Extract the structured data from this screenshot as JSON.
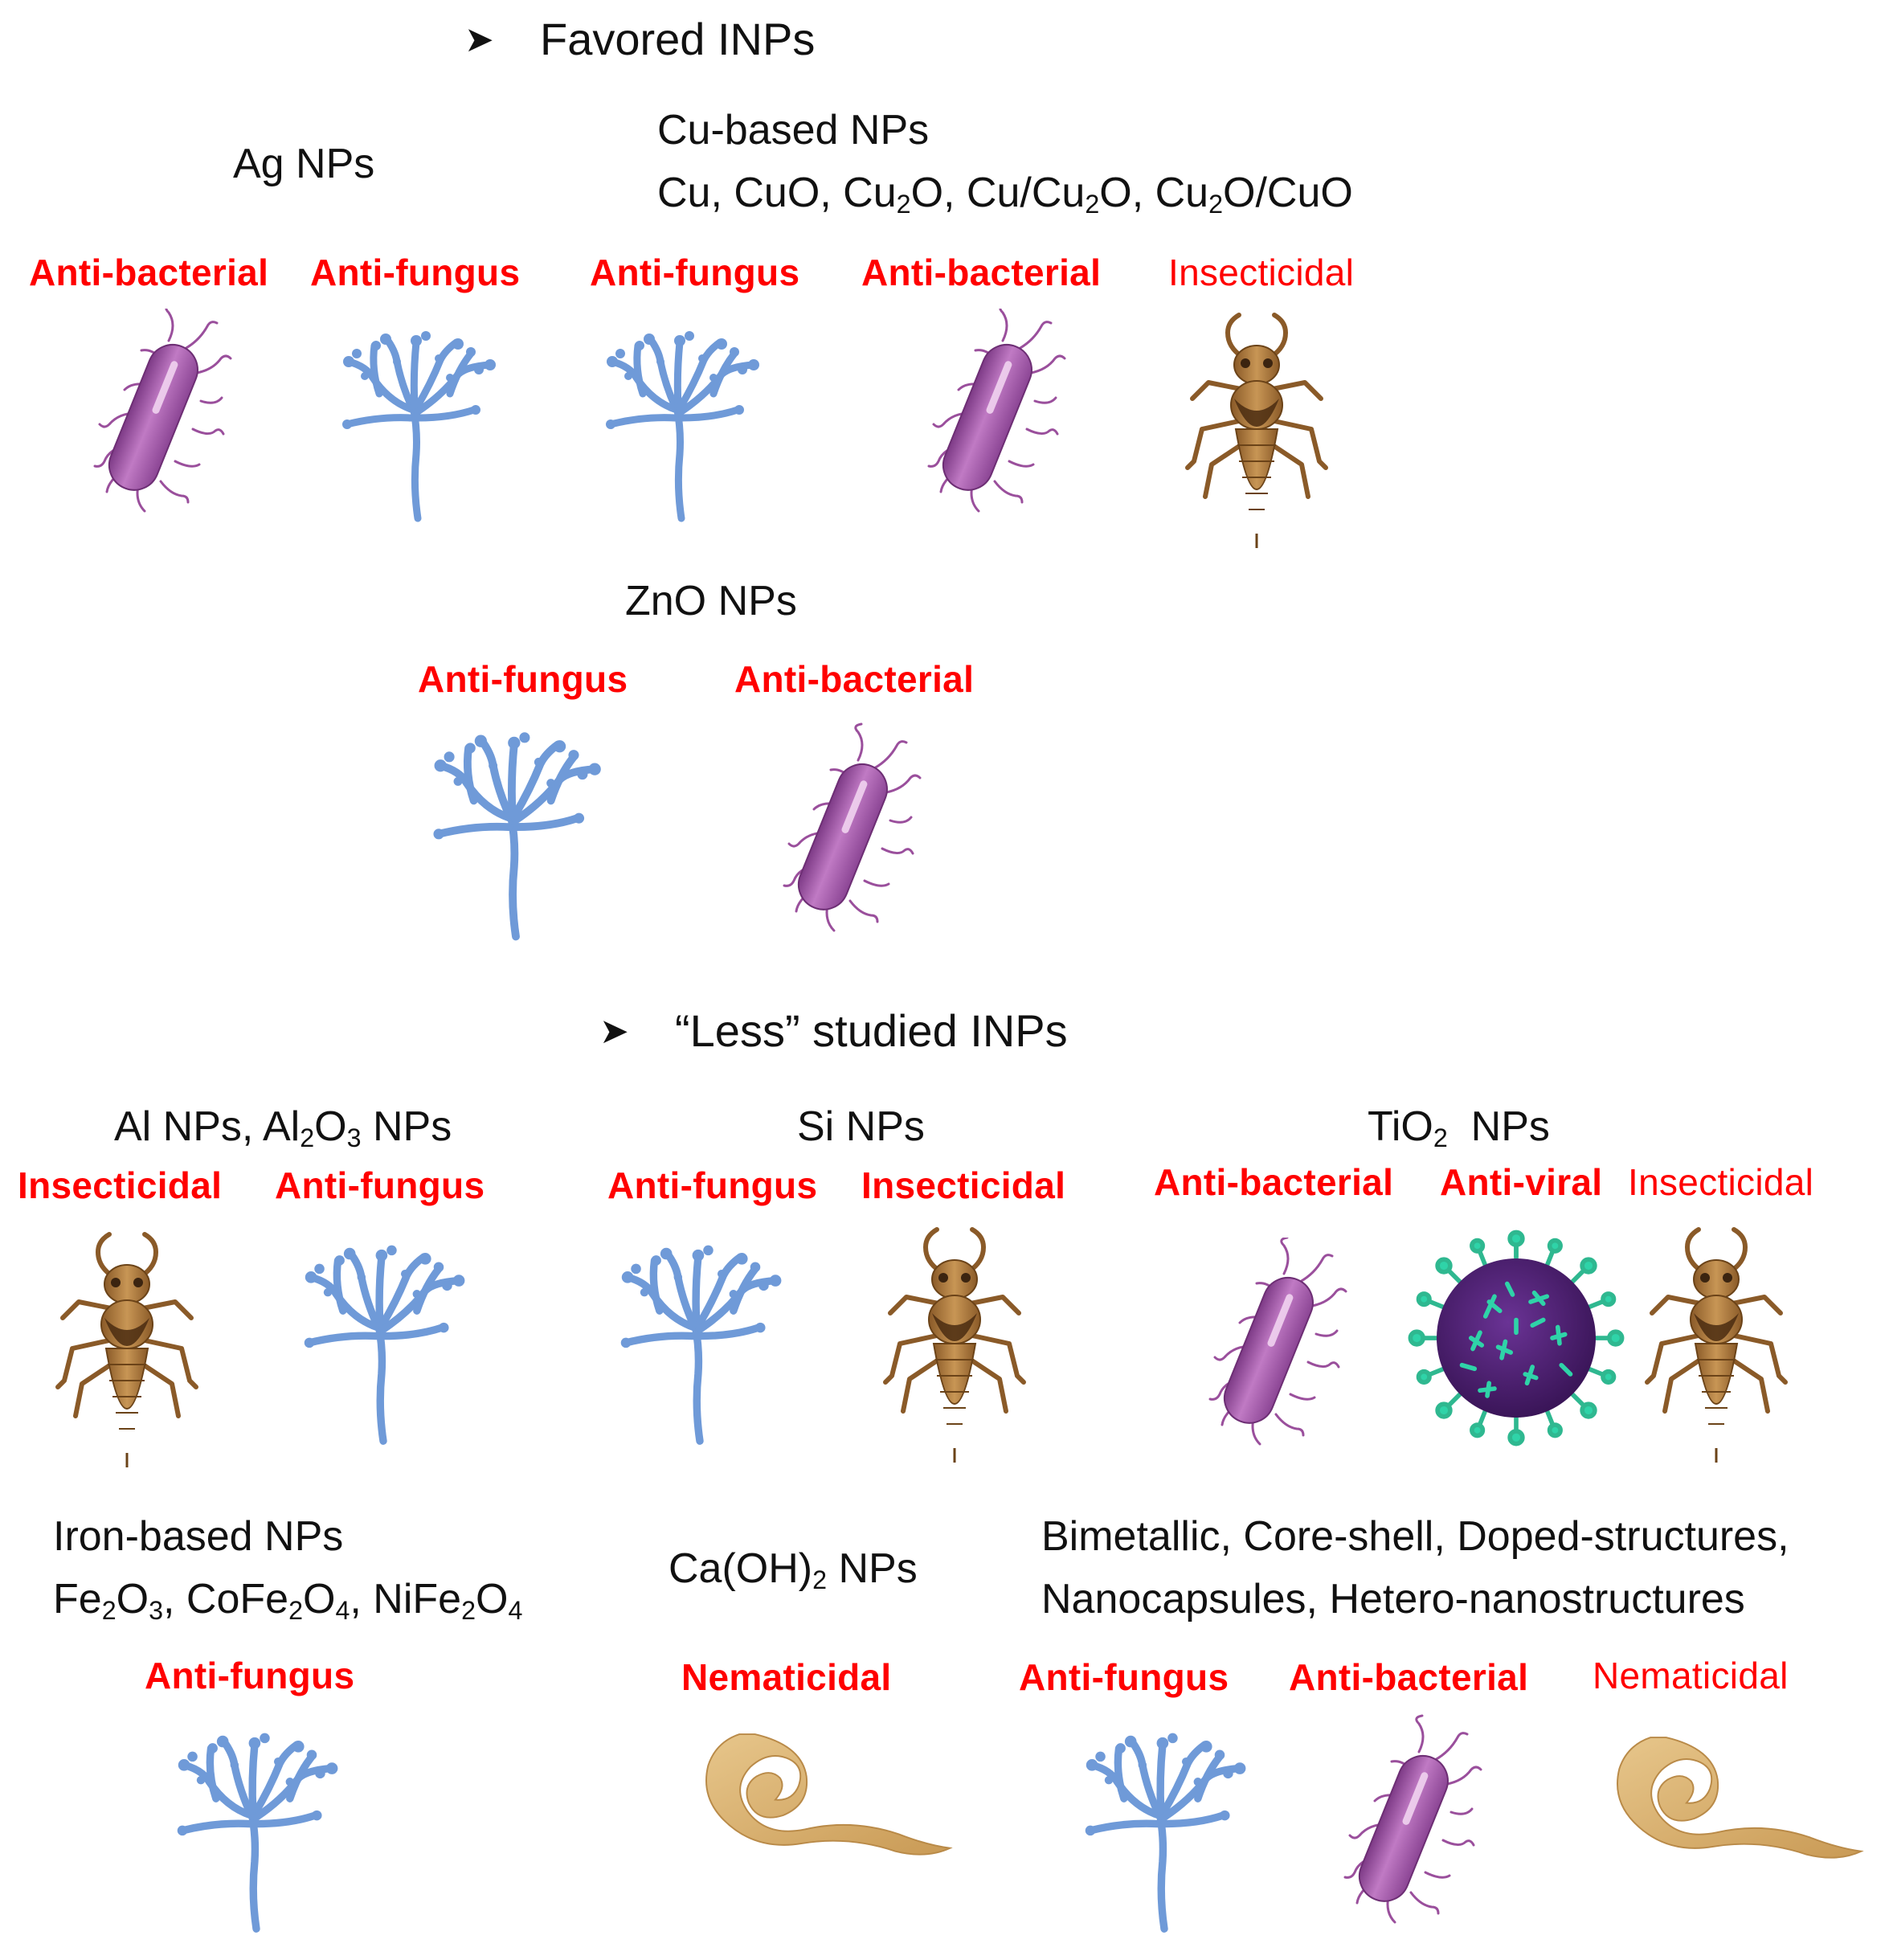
{
  "sections": {
    "favored": {
      "heading": "Favored INPs",
      "ag": {
        "title": "Ag NPs",
        "labels": [
          "Anti-bacterial",
          "Anti-fungus"
        ]
      },
      "cu": {
        "title": "Cu-based NPs",
        "subtitle_parts": [
          "Cu, CuO, Cu",
          "2",
          "O, Cu/Cu",
          "2",
          "O, Cu",
          "2",
          "O/CuO"
        ],
        "labels": [
          "Anti-fungus",
          "Anti-bacterial",
          "Insecticidal"
        ]
      },
      "zno": {
        "title": "ZnO NPs",
        "labels": [
          "Anti-fungus",
          "Anti-bacterial"
        ]
      }
    },
    "less": {
      "heading": "“Less” studied INPs",
      "al": {
        "title_parts": [
          "Al NPs, Al",
          "2",
          "O",
          "3",
          " NPs"
        ],
        "labels": [
          "Insecticidal",
          "Anti-fungus"
        ]
      },
      "si": {
        "title": "Si NPs",
        "labels": [
          "Anti-fungus",
          "Insecticidal"
        ]
      },
      "tio2": {
        "title_parts": [
          "TiO",
          "2",
          "  NPs"
        ],
        "labels": [
          "Anti-bacterial",
          "Anti-viral",
          "Insecticidal"
        ]
      },
      "iron": {
        "title": "Iron-based NPs",
        "subtitle_parts": [
          "Fe",
          "2",
          "O",
          "3",
          ", CoFe",
          "2",
          "O",
          "4",
          ", NiFe",
          "2",
          "O",
          "4"
        ],
        "labels": [
          "Anti-fungus"
        ]
      },
      "caoh": {
        "title_parts": [
          "Ca(OH)",
          "2",
          " NPs"
        ],
        "labels": [
          "Nematicidal"
        ]
      },
      "bimetal": {
        "title_lines": [
          "Bimetallic, Core-shell, Doped-structures,",
          "Nanocapsules, Hetero-nanostructures"
        ],
        "labels": [
          "Anti-fungus",
          "Anti-bacterial",
          "Nematicidal"
        ]
      }
    }
  },
  "icons": [
    "bacterium-icon",
    "fungus-icon",
    "insect-icon",
    "virus-icon",
    "nematode-icon"
  ],
  "colors": {
    "label_red": "#ff0000",
    "bacterium": "#b066b3",
    "fungus": "#6f9ad8",
    "insect": "#a9793f",
    "virus": "#4a1d6e",
    "virus_spikes": "#2fd3a8",
    "nematode": "#d9b170"
  }
}
